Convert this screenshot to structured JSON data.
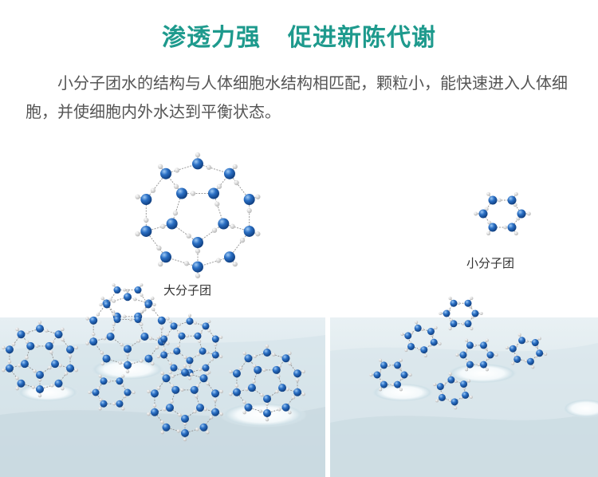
{
  "headline": {
    "left": "渗透力强",
    "right": "促进新陈代谢"
  },
  "description": "小分子团水的结构与人体细胞水结构相匹配，颗粒小，能快速进入人体细胞，并使细胞内外水达到平衡状态。",
  "labels": {
    "big_cluster": "大分子团",
    "small_cluster": "小分子团"
  },
  "colors": {
    "headline": "#1e9a8d",
    "body_text": "#555555",
    "oxygen_atom": "#2a6fc4",
    "hydrogen_atom": "#e8e8e8",
    "bond": "#9a9a9a",
    "membrane": "#dde9ee"
  }
}
